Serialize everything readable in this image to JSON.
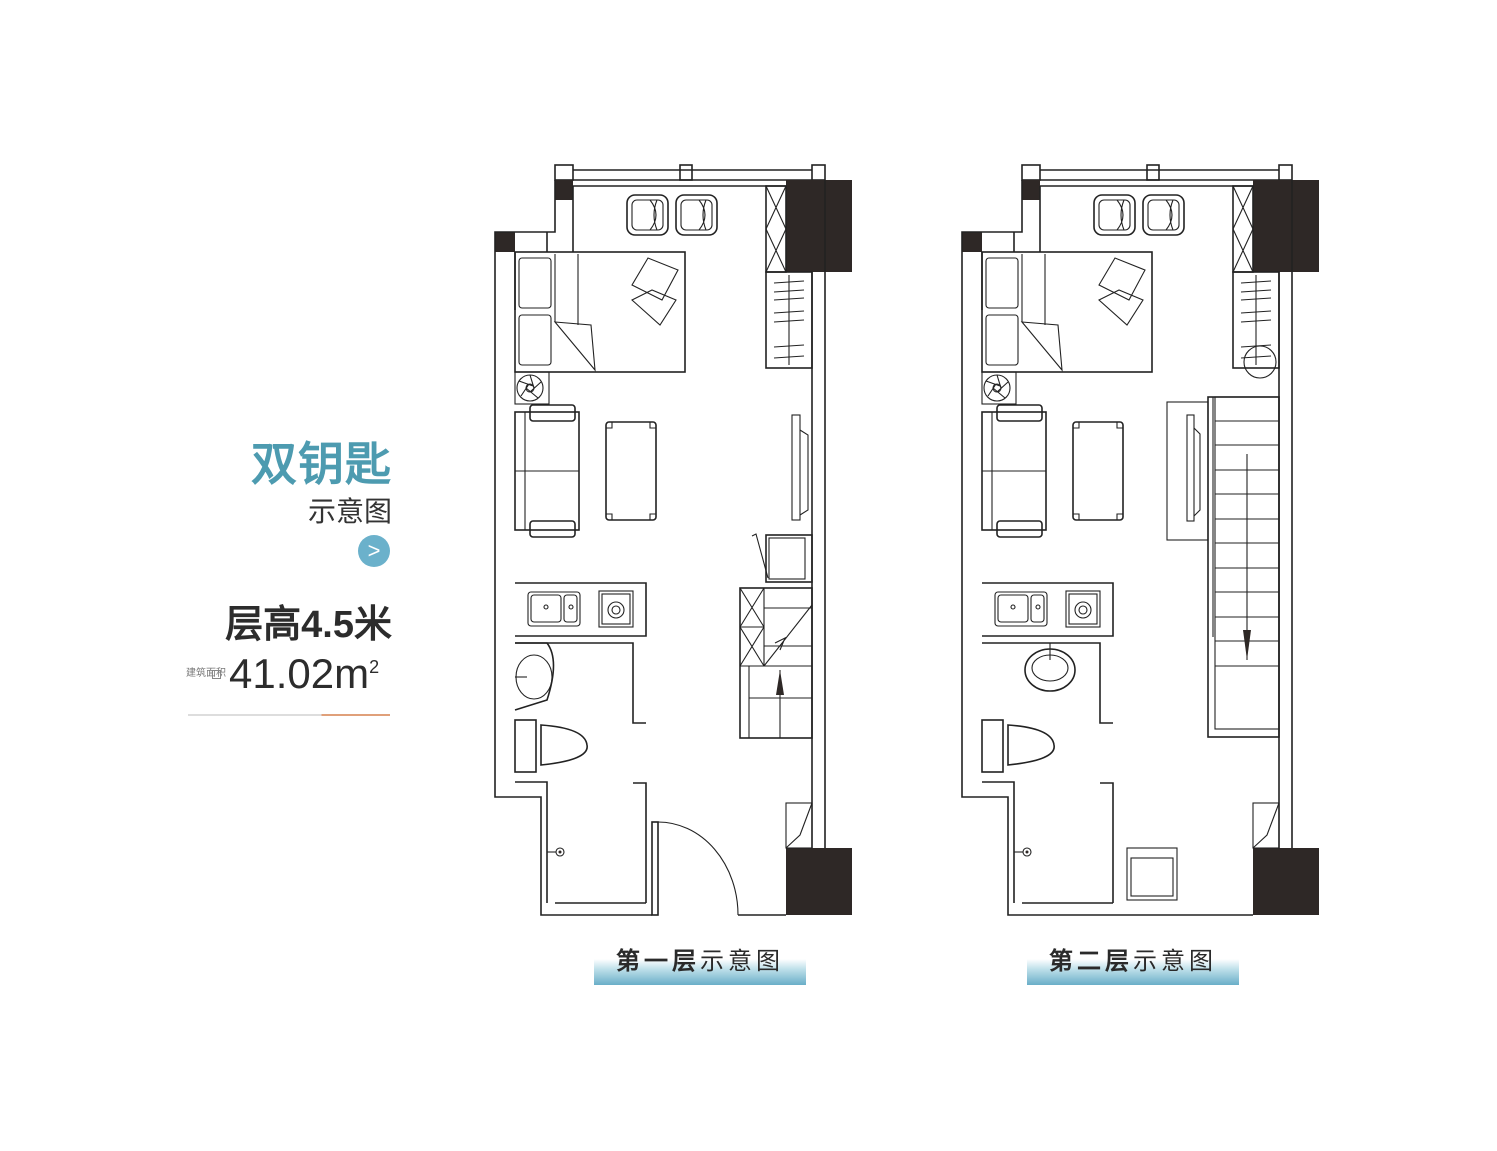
{
  "header": {
    "title": "双钥匙",
    "subtitle": "示意图",
    "floor_height": "层高4.5米",
    "area_label": "建筑面积",
    "area_value": "41.02m",
    "area_unit_sup": "2",
    "arrow_glyph": ">"
  },
  "plans": [
    {
      "caption_bold": "第一层",
      "caption_rest": "示意图"
    },
    {
      "caption_bold": "第二层",
      "caption_rest": "示意图"
    }
  ],
  "colors": {
    "accent": "#4d9bb0",
    "pillar": "#2e2826",
    "underline": "#e0a07a"
  }
}
